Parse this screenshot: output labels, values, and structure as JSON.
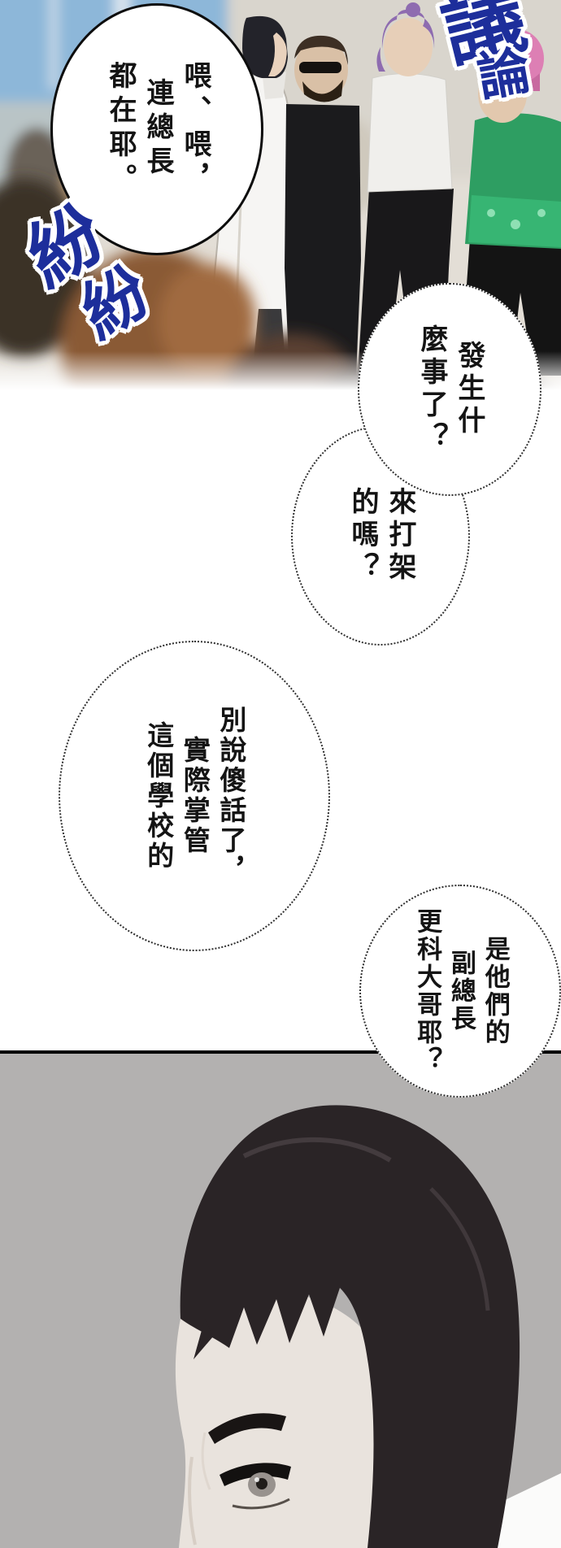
{
  "comic": {
    "speech": {
      "hey": {
        "lines": [
          "喂、喂，",
          "連總長",
          "都在耶。"
        ]
      },
      "what_happened": {
        "lines": [
          "發生什",
          "麼事了？"
        ]
      },
      "fight": {
        "lines": [
          "來打架",
          "的嗎？"
        ]
      },
      "silly": {
        "lines": [
          "別說傻話了，",
          "實際掌管",
          "這個學校的"
        ]
      },
      "vice_chief": {
        "lines": [
          "是他們的",
          "副總長",
          "更科大哥耶？"
        ]
      }
    },
    "sfx": {
      "gossip_top": "議",
      "gossip_bottom": "論",
      "flurry_first": "紛",
      "flurry_second": "紛"
    },
    "colors": {
      "sfx_blue": "#1d2e9b",
      "panel_gray": "#b3b1b0",
      "bubble_border": "#0d0d0d"
    }
  }
}
